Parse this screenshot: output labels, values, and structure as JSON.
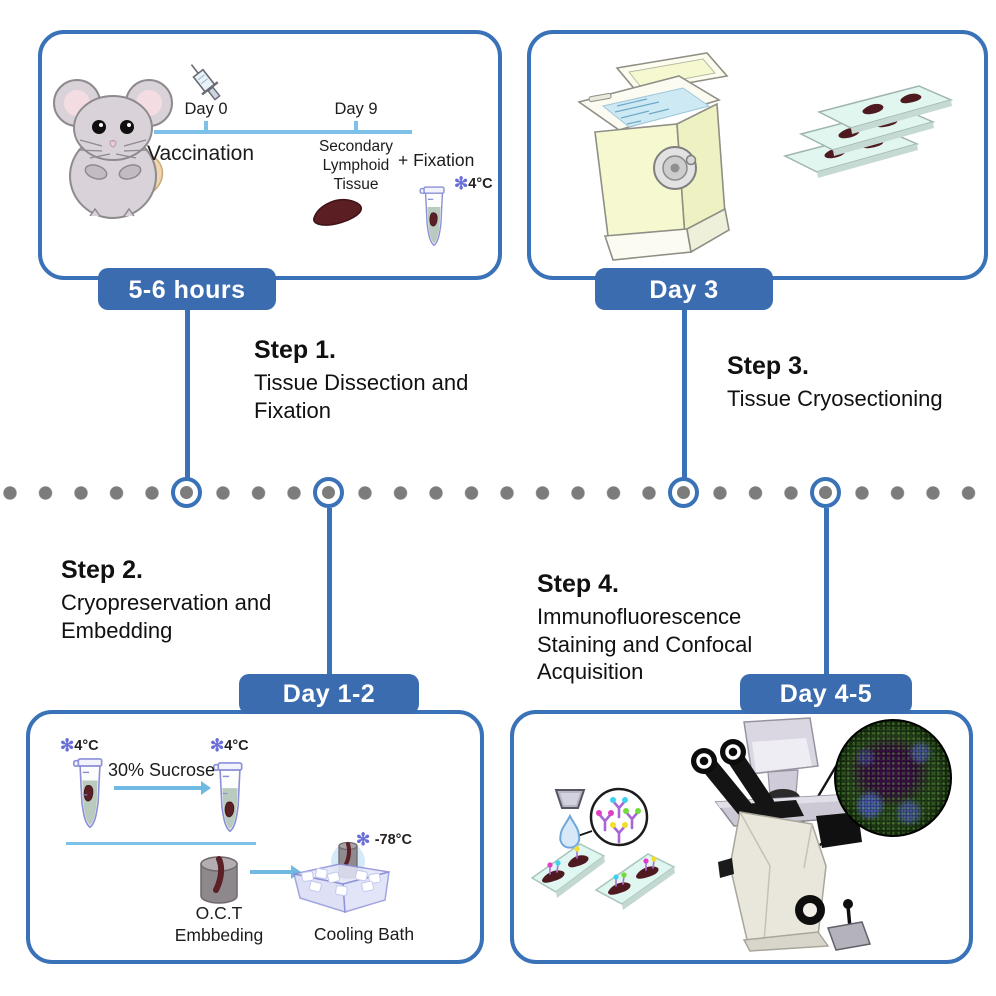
{
  "colors": {
    "panel_border": "#3a72b8",
    "badge_bg": "#3c6cb0",
    "badge_text": "#ffffff",
    "timeline_dot": "#7c7c7c",
    "light_blue": "#7ec1e8",
    "tissue_red": "#5a1e23",
    "snowflake_purple": "#6a6fd8"
  },
  "icons": {
    "snowflake": "✻",
    "plus": "+"
  },
  "steps": [
    {
      "title": "Step 1.",
      "desc": "Tissue Dissection and Fixation"
    },
    {
      "title": "Step 2.",
      "desc": "Cryopreservation and Embedding"
    },
    {
      "title": "Step 3.",
      "desc": "Tissue Cryosectioning"
    },
    {
      "title": "Step 4.",
      "desc": "Immunofluorescence Staining and Confocal Acquisition"
    }
  ],
  "panels": {
    "dissection": {
      "badge": "5-6 hours",
      "day0": "Day 0",
      "day0_event": "Vaccination",
      "day9": "Day 9",
      "day9_event_lines": [
        "Secondary",
        "Lymphoid",
        "Tissue"
      ],
      "fixation": "+ Fixation",
      "fixation_temp": "4°C"
    },
    "cryosectioning": {
      "badge": "Day 3"
    },
    "embedding": {
      "badge": "Day 1-2",
      "tube1_temp": "4°C",
      "tube2_temp": "4°C",
      "sucrose": "30% Sucrose",
      "bath_temp": "-78°C",
      "oct_lines": [
        "O.C.T",
        "Embbeding"
      ],
      "cooling_bath": "Cooling Bath"
    },
    "staining": {
      "badge": "Day 4-5"
    }
  }
}
